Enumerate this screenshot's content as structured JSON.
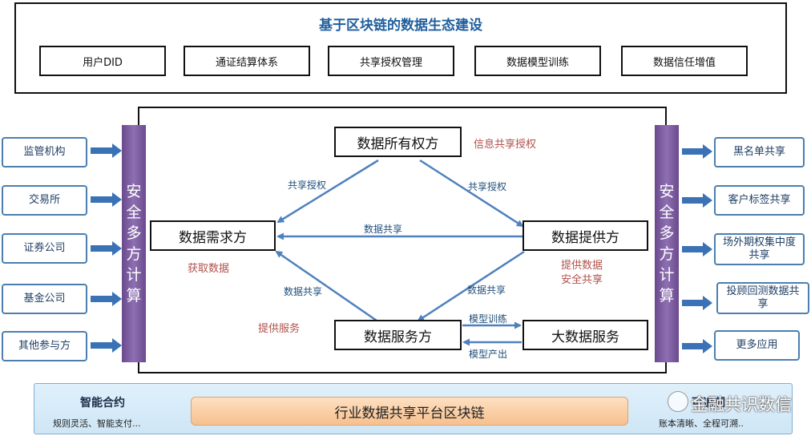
{
  "top": {
    "title": "基于区块链的数据生态建设",
    "items": [
      "用户DID",
      "通证结算体系",
      "共享授权管理",
      "数据模型训练",
      "数据信任增值"
    ]
  },
  "left_items": [
    "监管机构",
    "交易所",
    "证券公司",
    "基金公司",
    "其他参与方"
  ],
  "right_items": [
    "黑名单共享",
    "客户标签共享",
    "场外期权集中度共享",
    "投顾回测数据共享",
    "更多应用"
  ],
  "sidebar_left": "安全多方计算",
  "sidebar_right": "安全多方计算",
  "nodes": {
    "owner": "数据所有权方",
    "demander": "数据需求方",
    "provider": "数据提供方",
    "service": "数据服务方",
    "bigdata": "大数据服务"
  },
  "labels": {
    "info_share_auth": "信息共享授权",
    "share_auth_left": "共享授权",
    "share_auth_right": "共享授权",
    "data_share_mid": "数据共享",
    "get_data": "获取数据",
    "provide_data_l1": "提供数据",
    "provide_data_l2": "安全共享",
    "data_share_left": "数据共享",
    "data_share_right": "数据共享",
    "provide_service": "提供服务",
    "model_training": "模型训练",
    "model_output": "模型产出"
  },
  "bottom": {
    "platform": "行业数据共享平台区块链",
    "left_title": "智能合约",
    "left_sub": "规则灵活、智能支付...",
    "right_title": "可追溯",
    "right_sub": "账本清晰、全程可溯..",
    "watermark": "金融共识数信"
  },
  "colors": {
    "arrow_blue": "#4f81bd",
    "title_blue": "#1f5f9e",
    "bar_purple": "#7a5aa0"
  }
}
